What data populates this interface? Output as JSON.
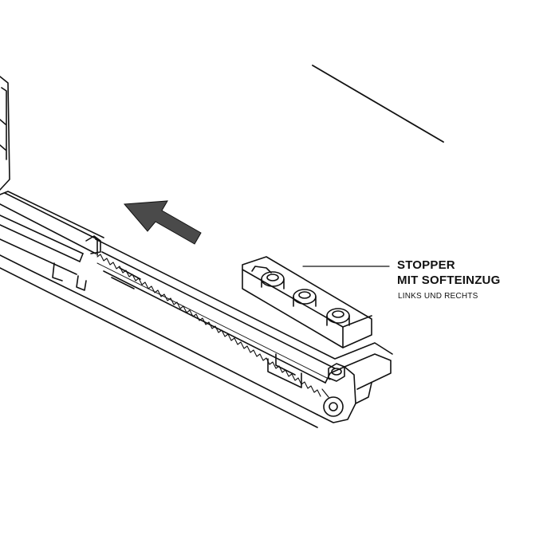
{
  "callout": {
    "title_line1": "STOPPER",
    "title_line2": "MIT SOFTEINZUG",
    "subtitle": "LINKS UND RECHTS"
  },
  "colors": {
    "line": "#111111",
    "arrow_fill": "#4a4a4a",
    "background": "#ffffff"
  },
  "icons": {
    "direction_arrow": "arrow-up-left-icon"
  }
}
